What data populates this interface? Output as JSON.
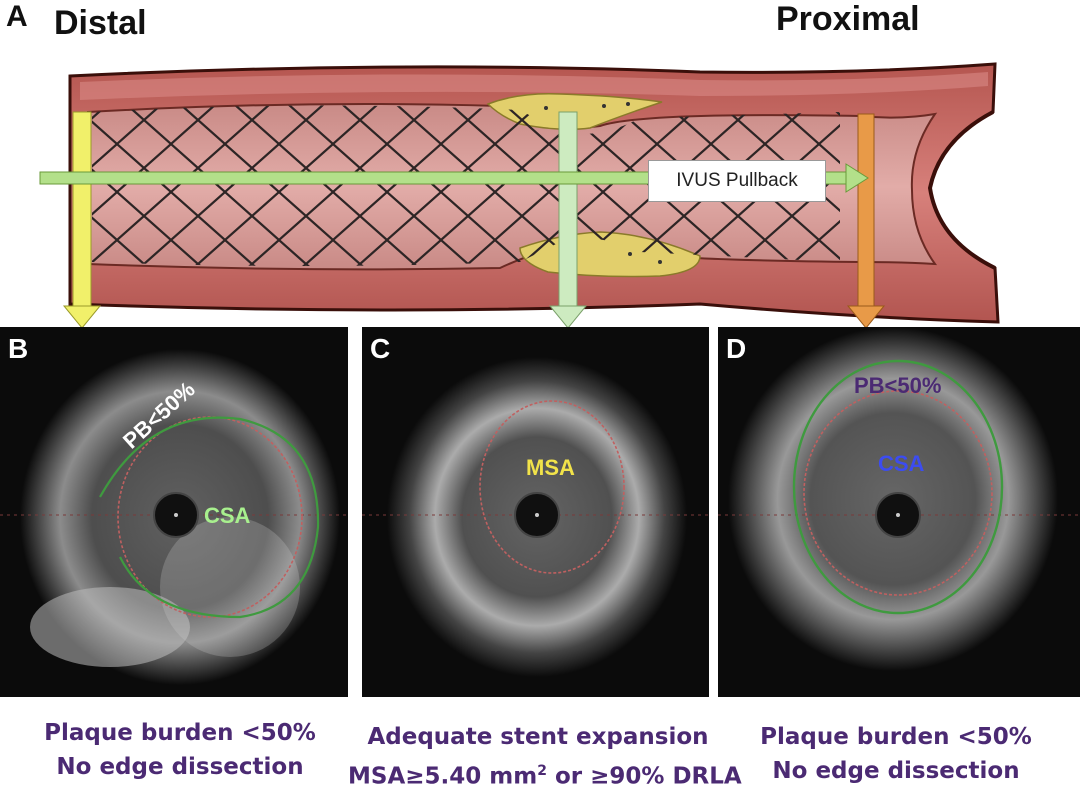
{
  "figure": {
    "letter_a": "A",
    "letter_b": "B",
    "letter_c": "C",
    "letter_d": "D",
    "distal": "Distal",
    "proximal": "Proximal",
    "pullback": "IVUS Pullback"
  },
  "panel_b": {
    "pb_label": "PB<50%",
    "csa_label": "CSA",
    "caption_line1": "Plaque burden <50%",
    "caption_line2": "No edge dissection"
  },
  "panel_c": {
    "msa_label": "MSA",
    "caption_line1": "Adequate stent expansion",
    "caption_line2_a": "MSA≥5.40 mm",
    "caption_line2_sup": "2",
    "caption_line2_b": " or ≥90% DRLA"
  },
  "panel_d": {
    "pb_label": "PB<50%",
    "csa_label": "CSA",
    "caption_line1": "Plaque burden <50%",
    "caption_line2": "No edge dissection"
  },
  "colors": {
    "vessel_wall": "#c96e6a",
    "vessel_dark": "#5a1a12",
    "lumen": "#dca09c",
    "plaque": "#e2cf6c",
    "arrow_distal": "#f1f06a",
    "arrow_mid": "#cdebc0",
    "arrow_proximal": "#e89a48",
    "pullback_arrow": "#b3e08a",
    "caption": "#4b2a73",
    "csa_b": "#a8f08e",
    "msa_c": "#f2e34a",
    "pb_d": "#4b2a73",
    "csa_d": "#3c4cf0"
  }
}
